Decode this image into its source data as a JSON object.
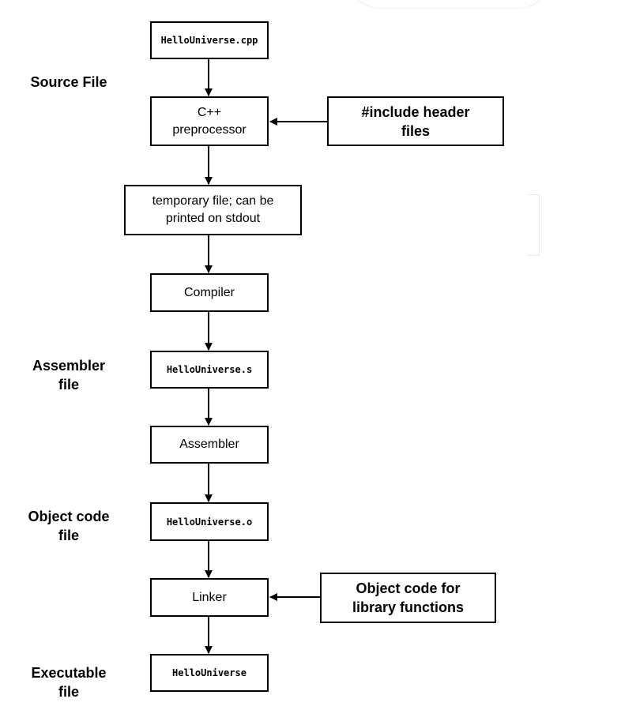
{
  "nodes": {
    "source_file": "HelloUniverse.cpp",
    "preprocessor": "C++\npreprocessor",
    "include_headers": "#include header\nfiles",
    "temp_file": "temporary file; can be\nprinted on stdout",
    "compiler": "Compiler",
    "assembler_file": "HelloUniverse.s",
    "assembler": "Assembler",
    "object_file": "HelloUniverse.o",
    "linker": "Linker",
    "library_object_code": "Object code for\nlibrary functions",
    "executable": "HelloUniverse"
  },
  "labels": {
    "source_file": "Source File",
    "assembler_file": "Assembler\nfile",
    "object_code_file": "Object code\nfile",
    "executable_file": "Executable\nfile"
  }
}
